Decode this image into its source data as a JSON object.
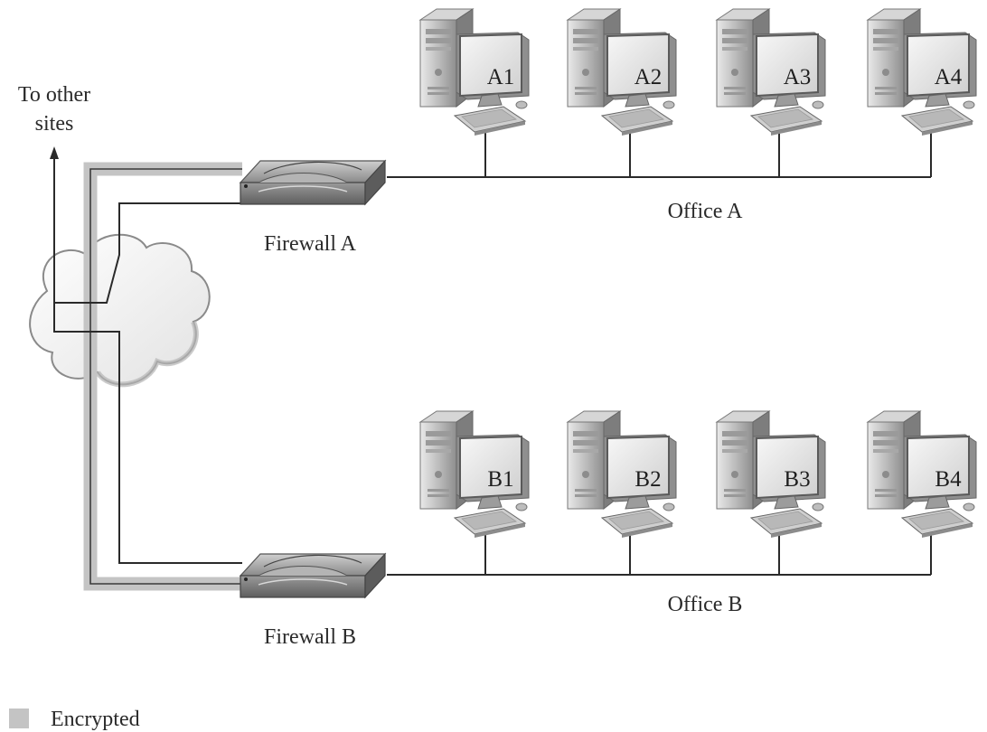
{
  "external": {
    "line1": "To other",
    "line2": "sites"
  },
  "office_a": {
    "label": "Office A",
    "firewall": "Firewall A",
    "computers": [
      "A1",
      "A2",
      "A3",
      "A4"
    ]
  },
  "office_b": {
    "label": "Office B",
    "firewall": "Firewall B",
    "computers": [
      "B1",
      "B2",
      "B3",
      "B4"
    ]
  },
  "legend": {
    "label": "Encrypted",
    "color": "#c4c4c4"
  },
  "colors": {
    "line": "#2a2a2a",
    "encrypted": "#c4c4c4"
  }
}
